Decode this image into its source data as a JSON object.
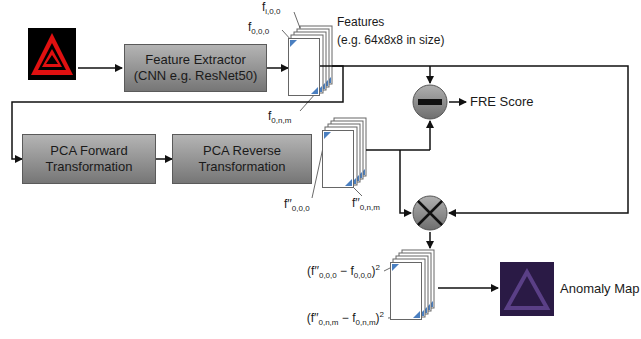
{
  "diagram": {
    "nodes": [
      {
        "text": [
          "Feature Extractor (CNN e.g. ResNet50)"
        ]
      },
      {
        "text": [
          "Features",
          "(e.g. 64x8x8 in size)"
        ]
      },
      {
        "text": [
          "PCA Forward Transformation"
        ]
      },
      {
        "text": [
          "PCA Reverse Transformation"
        ]
      }
    ],
    "edges": [
      {
        "from": 0,
        "to": 1,
        "arrow": "to"
      },
      {
        "from": 1,
        "to": 2,
        "arrow": "to"
      },
      {
        "from": 2,
        "to": 3,
        "arrow": "to"
      }
    ],
    "labels": [
      "fi,0,0",
      "f0,0,0",
      "f0,n,m",
      "FRE Score",
      "f′′0,0,0",
      "f′′0,n,m",
      "(f′′0,0,0 − f0,0,0)2",
      "(f′′0,n,m − f0,n,m)2",
      "Anomaly Map"
    ]
  }
}
